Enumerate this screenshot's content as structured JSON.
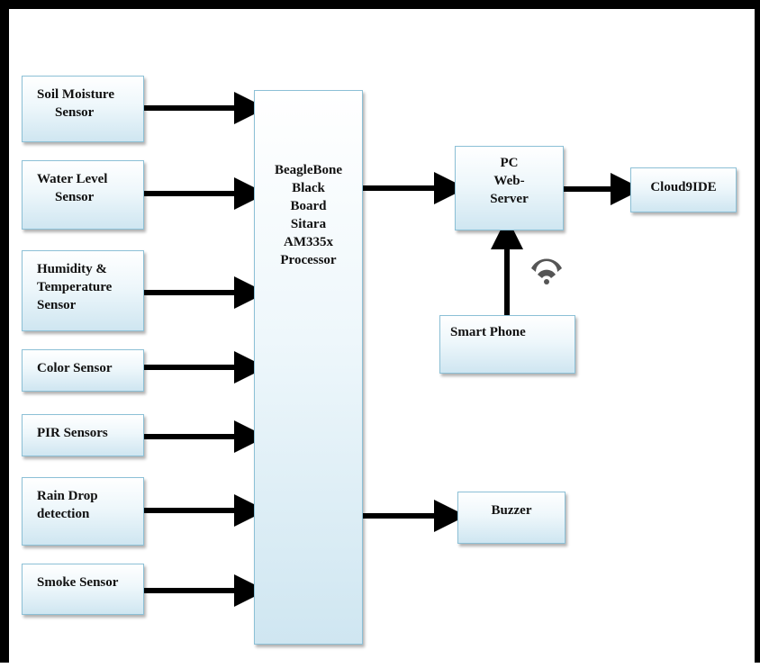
{
  "blocks": {
    "soil_moisture": {
      "lines": [
        "Soil Moisture",
        "Sensor"
      ]
    },
    "water_level": {
      "lines": [
        "Water Level",
        "Sensor"
      ]
    },
    "humidity_temperature": {
      "lines": [
        "Humidity &",
        "Temperature",
        "Sensor"
      ]
    },
    "color": {
      "lines": [
        "Color Sensor"
      ]
    },
    "pir": {
      "lines": [
        "PIR Sensors"
      ]
    },
    "rain_drop": {
      "lines": [
        "Rain Drop",
        "detection"
      ]
    },
    "smoke": {
      "lines": [
        "Smoke Sensor"
      ]
    },
    "processor": {
      "lines": [
        "BeagleBone",
        "Black",
        "Board",
        "Sitara",
        "AM335x",
        "Processor"
      ]
    },
    "pc_server": {
      "lines": [
        "PC",
        "Web-",
        "Server"
      ]
    },
    "cloud": {
      "lines": [
        "Cloud9IDE"
      ]
    },
    "smart_phone": {
      "lines": [
        "Smart Phone"
      ]
    },
    "buzzer": {
      "lines": [
        "Buzzer"
      ]
    }
  },
  "icons": {
    "wireless": "wifi-icon"
  },
  "colors": {
    "box_border": "#8cc0d6",
    "box_fill_bottom": "#cfe6f1",
    "arrow": "#000000",
    "frame": "#000000"
  }
}
